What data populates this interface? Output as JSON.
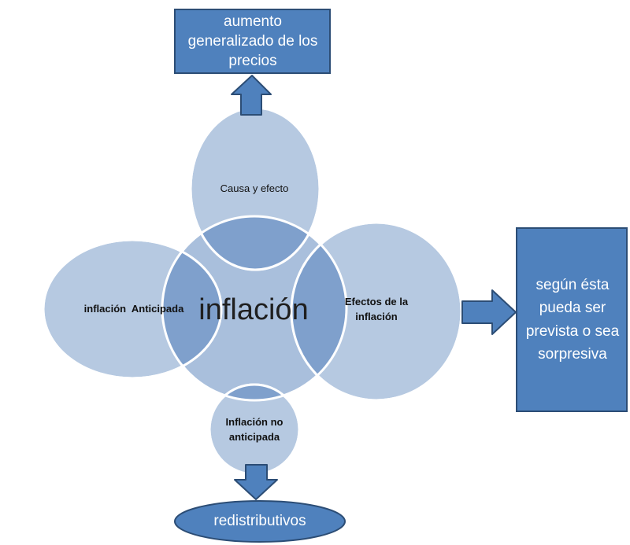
{
  "center": {
    "label": "inflación"
  },
  "top_circle": {
    "label": "Causa y efecto"
  },
  "left_circle": {
    "label": "inflación  Anticipada"
  },
  "right_circle": {
    "label": "Efectos de la inflación"
  },
  "bottom_circle": {
    "label": "Inflación no anticipada"
  },
  "top_box": {
    "label": "aumento generalizado de los precios"
  },
  "right_box": {
    "label": "según ésta pueda ser prevista o sea sorpresiva"
  },
  "bottom_ellipse": {
    "label": "redistributivos"
  },
  "colors": {
    "circle_fill": "#a9bfdc",
    "overlap_fill": "#7fa0cc",
    "box_fill": "#4f81bd",
    "box_border": "#2c4d75",
    "arrow_fill": "#4f81bd",
    "arrow_border": "#2c4d75"
  }
}
